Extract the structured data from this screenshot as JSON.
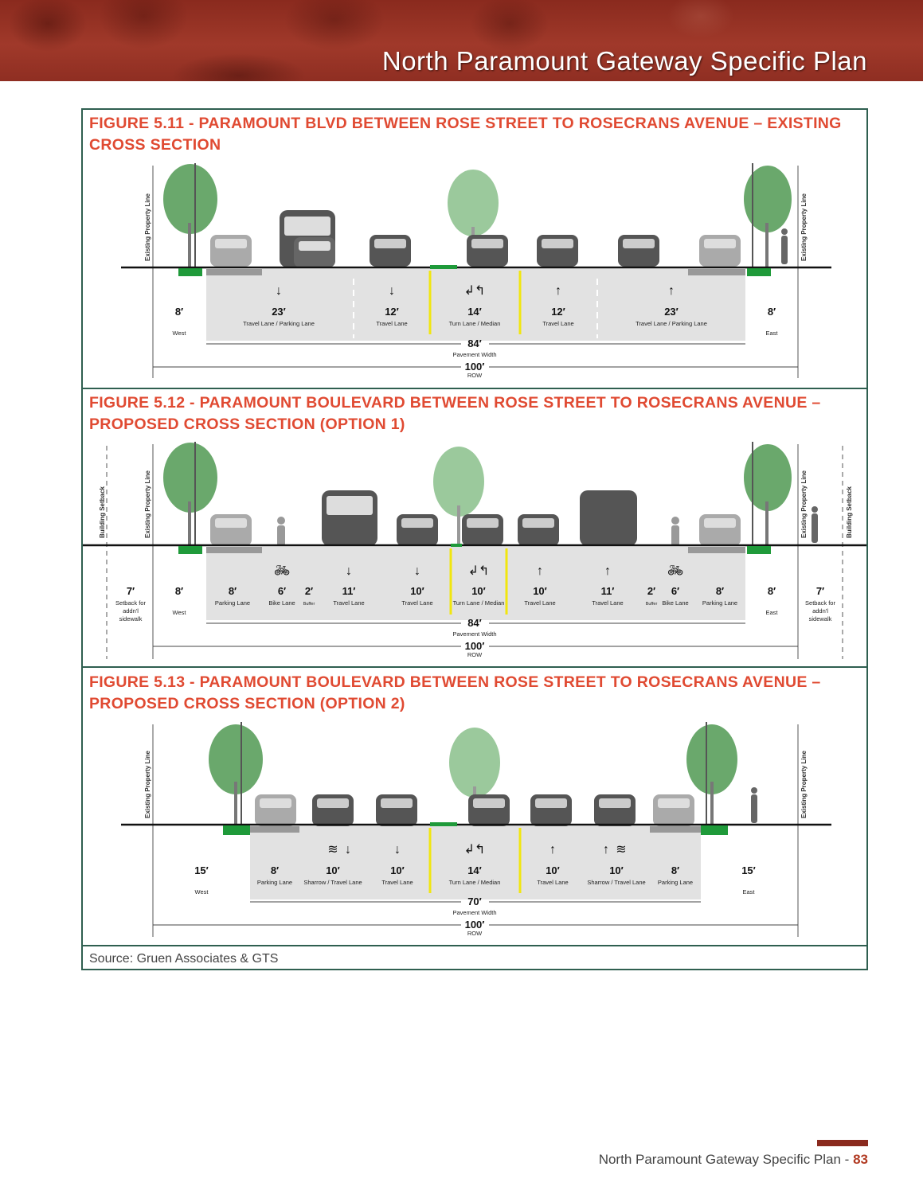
{
  "header": {
    "title": "North Paramount Gateway Specific Plan"
  },
  "figures": [
    {
      "title_line1": "FIGURE 5.11 - PARAMOUNT BLVD BETWEEN ROSE STREET TO ROSECRANS AVENUE – EXISTING",
      "title_line2": "CROSS SECTION",
      "property_line": "Existing Property Line",
      "sidewalk_w": "8′",
      "west": "West",
      "sidewalk_e": "8′",
      "east": "East",
      "lanes": [
        {
          "w": "23′",
          "label": "Travel Lane / Parking Lane",
          "arrow": "↓"
        },
        {
          "w": "12′",
          "label": "Travel Lane",
          "arrow": "↓"
        },
        {
          "w": "14′",
          "label": "Turn Lane / Median",
          "arrow": "↲↰"
        },
        {
          "w": "12′",
          "label": "Travel Lane",
          "arrow": "↑"
        },
        {
          "w": "23′",
          "label": "Travel Lane / Parking Lane",
          "arrow": "↑"
        }
      ],
      "pavement_w": "84′",
      "pavement_label": "Pavement Width",
      "row_w": "100′",
      "row_label": "ROW"
    },
    {
      "title_line1": "FIGURE 5.12 - PARAMOUNT BOULEVARD BETWEEN ROSE STREET TO ROSECRANS AVENUE –",
      "title_line2": "PROPOSED CROSS SECTION (OPTION 1)",
      "property_line": "Existing Property Line",
      "building_setback": "Building Setback",
      "setback_w": "7′",
      "setback_label_1": "Setback for",
      "setback_label_2": "addn'l",
      "setback_label_3": "sidewalk",
      "sidewalk_w": "8′",
      "west": "West",
      "sidewalk_e": "8′",
      "east": "East",
      "lanes": [
        {
          "w": "8′",
          "label": "Parking Lane"
        },
        {
          "w": "6′",
          "label": "Bike Lane"
        },
        {
          "w": "2′",
          "label": "Buffer"
        },
        {
          "w": "11′",
          "label": "Travel Lane",
          "arrow": "↓"
        },
        {
          "w": "10′",
          "label": "Travel Lane",
          "arrow": "↓"
        },
        {
          "w": "10′",
          "label": "Turn Lane / Median",
          "arrow": "↲↰"
        },
        {
          "w": "10′",
          "label": "Travel Lane",
          "arrow": "↑"
        },
        {
          "w": "11′",
          "label": "Travel Lane",
          "arrow": "↑"
        },
        {
          "w": "2′",
          "label": "Buffer"
        },
        {
          "w": "6′",
          "label": "Bike Lane"
        },
        {
          "w": "8′",
          "label": "Parking Lane"
        }
      ],
      "pavement_w": "84′",
      "pavement_label": "Pavement Width",
      "row_w": "100′",
      "row_label": "ROW"
    },
    {
      "title_line1": "FIGURE 5.13 - PARAMOUNT BOULEVARD BETWEEN ROSE STREET TO ROSECRANS AVENUE –",
      "title_line2": "PROPOSED CROSS SECTION (OPTION 2)",
      "property_line": "Existing Property Line",
      "sidewalk_w": "15′",
      "west": "West",
      "sidewalk_e": "15′",
      "east": "East",
      "lanes": [
        {
          "w": "8′",
          "label": "Parking Lane"
        },
        {
          "w": "10′",
          "label": "Sharrow / Travel Lane",
          "arrow": "↓"
        },
        {
          "w": "10′",
          "label": "Travel Lane",
          "arrow": "↓"
        },
        {
          "w": "14′",
          "label": "Turn Lane / Median",
          "arrow": "↲↰"
        },
        {
          "w": "10′",
          "label": "Travel Lane",
          "arrow": "↑"
        },
        {
          "w": "10′",
          "label": "Sharrow / Travel Lane",
          "arrow": "↑"
        },
        {
          "w": "8′",
          "label": "Parking Lane"
        }
      ],
      "pavement_w": "70′",
      "pavement_label": "Pavement Width",
      "row_w": "100′",
      "row_label": "ROW"
    }
  ],
  "source": "Source: Gruen Associates & GTS",
  "footer": {
    "text": "North Paramount Gateway Specific Plan - ",
    "page": "83"
  },
  "colors": {
    "accent": "#e04a32",
    "banner": "#8a2a1e",
    "frame": "#2f5f50",
    "median": "#1f9a3a",
    "median_line": "#f1e60f"
  }
}
